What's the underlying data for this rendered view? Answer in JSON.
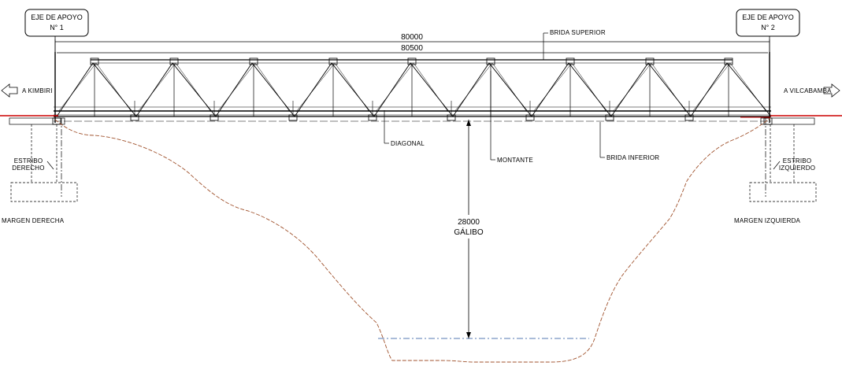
{
  "supports": {
    "left": {
      "line1": "EJE DE APOYO",
      "line2": "N° 1"
    },
    "right": {
      "line1": "EJE DE APOYO",
      "line2": "N° 2"
    }
  },
  "dimensions": {
    "span_total": "80000",
    "span_axis": "80500",
    "clearance_value": "28000",
    "clearance_label": "GÁLIBO"
  },
  "directions": {
    "left": "A KIMBIRI",
    "right": "A VILCABAMBA"
  },
  "callouts": {
    "top_chord": "BRIDA SUPERIOR",
    "diagonal": "DIAGONAL",
    "vertical": "MONTANTE",
    "bottom_chord": "BRIDA INFERIOR"
  },
  "abutments": {
    "left": {
      "line1": "ESTRIBO",
      "line2": "DERECHO"
    },
    "right": {
      "line1": "ESTRIBO",
      "line2": "IZQUIERDO"
    }
  },
  "banks": {
    "left": "MARGEN DERECHA",
    "right": "MARGEN IZQUIERDA"
  },
  "colors": {
    "line": "#000000",
    "terrain": "#a0522d",
    "road": "#cc0000",
    "water": "#1f4e9a"
  }
}
